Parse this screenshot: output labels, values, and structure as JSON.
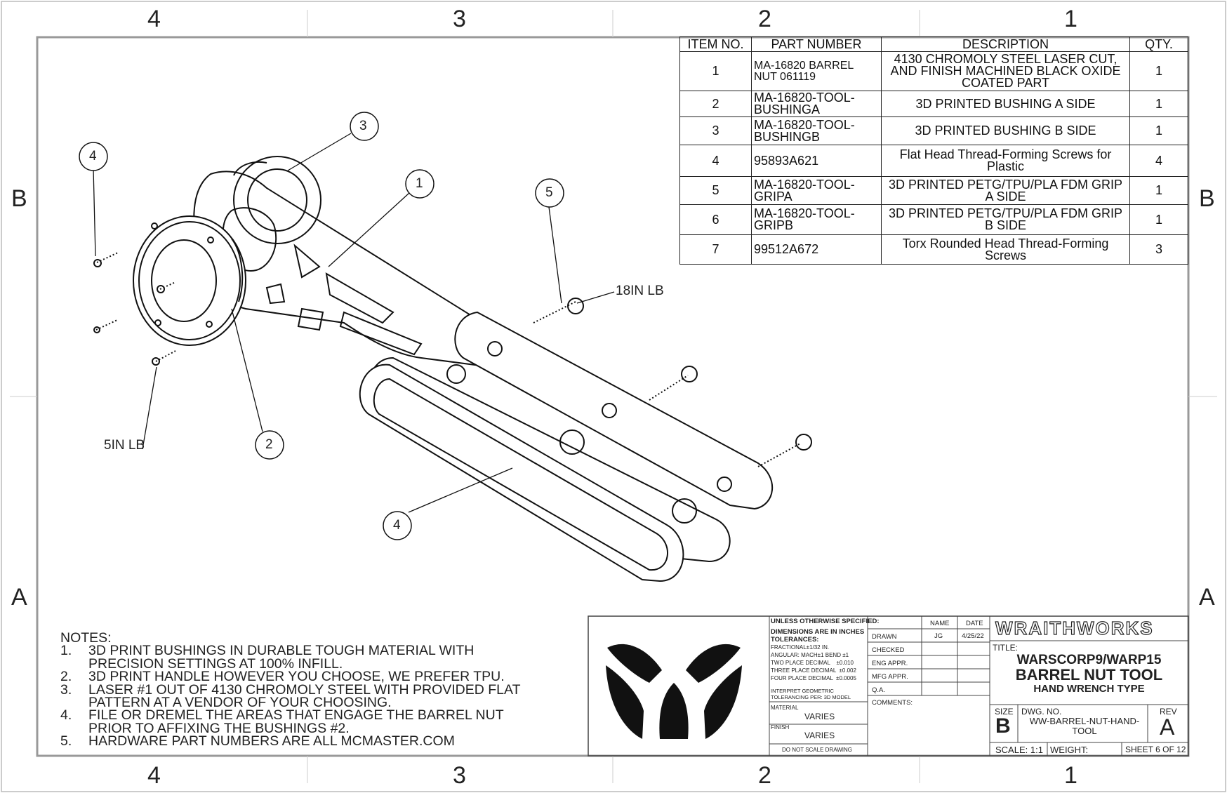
{
  "zones": {
    "top": [
      "4",
      "3",
      "2",
      "1"
    ],
    "bottom": [
      "4",
      "3",
      "2",
      "1"
    ],
    "left": [
      "B",
      "A"
    ],
    "right": [
      "B",
      "A"
    ]
  },
  "bom": {
    "headers": [
      "ITEM NO.",
      "PART NUMBER",
      "DESCRIPTION",
      "QTY."
    ],
    "rows": [
      {
        "item": "1",
        "part": "MA-16820  BARREL NUT 061119",
        "desc": "4130 CHROMOLY STEEL LASER CUT, AND FINISH MACHINED BLACK OXIDE COATED PART",
        "qty": "1"
      },
      {
        "item": "2",
        "part": "MA-16820-TOOL-BUSHINGA",
        "desc": "3D PRINTED BUSHING A SIDE",
        "qty": "1"
      },
      {
        "item": "3",
        "part": "MA-16820-TOOL-BUSHINGB",
        "desc": "3D PRINTED BUSHING B SIDE",
        "qty": "1"
      },
      {
        "item": "4",
        "part": "95893A621",
        "desc": "Flat Head Thread-Forming Screws for Plastic",
        "qty": "4"
      },
      {
        "item": "5",
        "part": "MA-16820-TOOL-GRIPA",
        "desc": "3D PRINTED PETG/TPU/PLA FDM GRIP A SIDE",
        "qty": "1"
      },
      {
        "item": "6",
        "part": "MA-16820-TOOL-GRIPB",
        "desc": "3D PRINTED PETG/TPU/PLA FDM GRIP B SIDE",
        "qty": "1"
      },
      {
        "item": "7",
        "part": "99512A672",
        "desc": "Torx Rounded Head Thread-Forming Screws",
        "qty": "3"
      }
    ]
  },
  "balloons": [
    "3",
    "4",
    "1",
    "5",
    "2",
    "4"
  ],
  "torque": {
    "upper": "18IN LB",
    "lower": "5IN LB"
  },
  "notes": {
    "heading": "NOTES:",
    "items": [
      {
        "num": "1.",
        "text": "3D PRINT BUSHINGS IN DURABLE TOUGH MATERIAL WITH PRECISION SETTINGS AT 100% INFILL."
      },
      {
        "num": "2.",
        "text": "3D PRINT HANDLE HOWEVER YOU CHOOSE, WE PREFER TPU."
      },
      {
        "num": "3.",
        "text": "LASER #1 OUT OF 4130 CHROMOLY STEEL WITH PROVIDED FLAT PATTERN AT A VENDOR OF YOUR CHOOSING."
      },
      {
        "num": "4.",
        "text": "FILE OR DREMEL THE AREAS THAT ENGAGE THE BARREL NUT PRIOR TO AFFIXING THE BUSHINGS #2."
      },
      {
        "num": "5.",
        "text": "HARDWARE PART NUMBERS ARE ALL MCMASTER.COM"
      }
    ]
  },
  "title_block": {
    "unless": "UNLESS OTHERWISE SPECIFIED:",
    "dims": "DIMENSIONS ARE IN INCHES",
    "tolerances": "TOLERANCES:",
    "tol_lines": [
      "FRACTIONAL±1/32 IN.",
      "ANGULAR: MACH±1   BEND ±1",
      "TWO PLACE DECIMAL    ±0.010",
      "THREE PLACE DECIMAL  ±0.002",
      "FOUR PLACE DECIMAL  ±0.0005"
    ],
    "interpret": "INTERPRET GEOMETRIC TOLERANCING PER: 3D MODEL",
    "material_label": "MATERIAL",
    "material_value": "VARIES",
    "finish_label": "FINISH",
    "finish_value": "VARIES",
    "no_scale": "DO NOT SCALE DRAWING",
    "col_name": "NAME",
    "col_date": "DATE",
    "drawn": "DRAWN",
    "drawn_name": "JG",
    "drawn_date": "4/25/22",
    "checked": "CHECKED",
    "eng_appr": "ENG APPR.",
    "mfg_appr": "MFG APPR.",
    "qa": "Q.A.",
    "comments": "COMMENTS:",
    "brand": "WRAITHWORKS",
    "title_label": "TITLE:",
    "title_line1": "WARSCORP9/WARP15",
    "title_line2": "BARREL NUT TOOL",
    "title_line3": "HAND WRENCH TYPE",
    "size_label": "SIZE",
    "size_value": "B",
    "dwg_label": "DWG.  NO.",
    "dwg_value": "WW-BARREL-NUT-HAND-TOOL",
    "rev_label": "REV",
    "rev_value": "A",
    "scale": "SCALE: 1:1",
    "weight": "WEIGHT:",
    "sheet": "SHEET 6 OF 12"
  }
}
